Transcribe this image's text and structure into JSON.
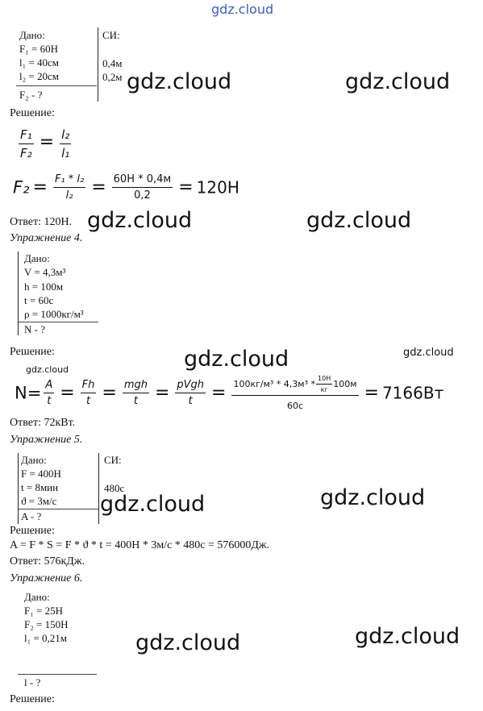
{
  "watermark": {
    "top": "gdz.cloud",
    "mark": "gdz.cloud"
  },
  "ex3": {
    "given_title": "Дано:",
    "si_title": "СИ:",
    "f1": "F₁ = 60Н",
    "l1": "l₁ = 40см",
    "l2": "l₂ = 20см",
    "l1_si": "0,4м",
    "l2_si": "0,2м",
    "find": "F₂ - ?",
    "solution_title": "Решение:",
    "formula1": {
      "lhs_num": "F₁",
      "lhs_den": "F₂",
      "rhs_num": "l₂",
      "rhs_den": "l₁"
    },
    "formula2": {
      "lhs": "F₂",
      "f1_num": "F₁ * l₂",
      "f1_den": "l₂",
      "f2_num": "60Н * 0,4м",
      "f2_den": "0,2",
      "result": "120Н"
    },
    "answer": "Ответ: 120Н."
  },
  "ex4": {
    "title": "Упражнение 4.",
    "given_title": "Дано:",
    "v": "V = 4,3м³",
    "h": "h = 100м",
    "t": "t = 60с",
    "rho": "ρ = 1000кг/м³",
    "find": "N - ?",
    "solution_title": "Решение:",
    "formula": {
      "lhs": "N=",
      "a": "A",
      "t1": "t",
      "fh": "Fh",
      "t2": "t",
      "mgh": "mgh",
      "t3": "t",
      "pvgh": "pVgh",
      "t4": "t",
      "big_num_a": "100кг/м³ * 4,3м³ *",
      "small_num": "10Н",
      "small_den": "кг",
      "big_num_b": "100м",
      "big_den": "60с",
      "result": "7166Вт"
    },
    "answer": "Ответ: 72кВт."
  },
  "ex5": {
    "title": "Упражнение 5.",
    "given_title": "Дано:",
    "si_title": "СИ:",
    "f": "F = 400Н",
    "t": "t = 8мин",
    "v": "ϑ = 3м/с",
    "t_si": "480с",
    "find": "A - ?",
    "solution_title": "Решение:",
    "solution": "A = F * S = F * ϑ * t = 400Н * 3м/с * 480с = 576000Дж.",
    "answer": "Ответ: 576кДж."
  },
  "ex6": {
    "title": "Упражнение 6.",
    "given_title": "Дано:",
    "f1": "F₁ = 25Н",
    "f2": "F₂ = 150Н",
    "l1": "l₁ = 0,21м",
    "find": "l - ?",
    "solution_title": "Решение:"
  }
}
